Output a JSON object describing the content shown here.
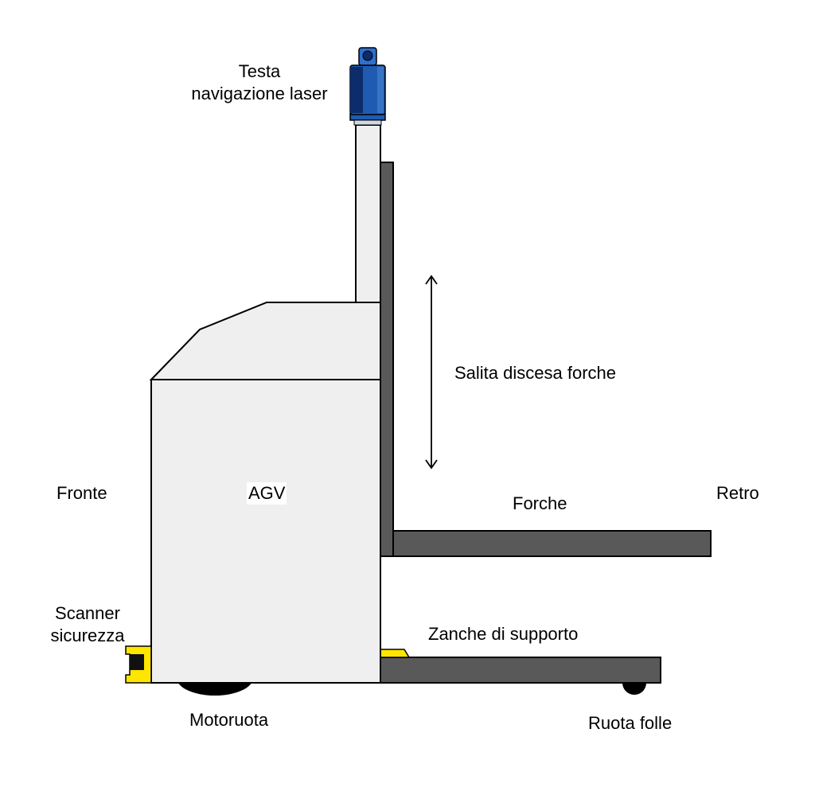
{
  "labels": {
    "laser_head_line1": "Testa",
    "laser_head_line2": "navigazione laser",
    "fork_lift": "Salita discesa forche",
    "front": "Fronte",
    "agv": "AGV",
    "forks": "Forche",
    "back": "Retro",
    "scanner_line1": "Scanner",
    "scanner_line2": "sicurezza",
    "support_legs": "Zanche di supporto",
    "drive_wheel": "Motoruota",
    "idle_wheel": "Ruota folle"
  },
  "colors": {
    "body_fill": "#efefef",
    "outline": "#000000",
    "mast_dark": "#595959",
    "laser_blue": "#1f5bb0",
    "laser_dark": "#0d2c6b",
    "scanner_yellow": "#ffe600",
    "wheel": "#000000"
  }
}
